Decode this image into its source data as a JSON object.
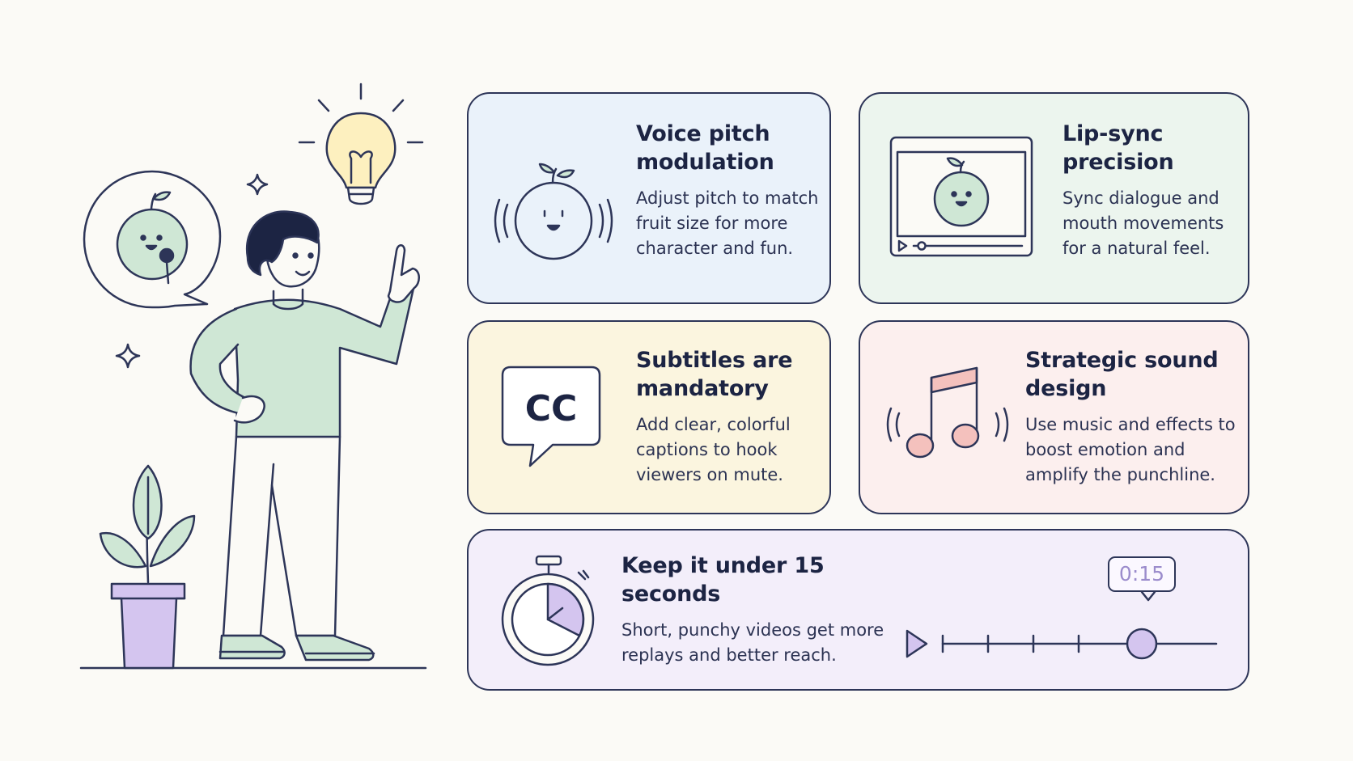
{
  "cards": {
    "voice": {
      "title": "Voice pitch modulation",
      "desc": "Adjust pitch to match fruit size for more character and fun.",
      "icon": "singing-fruit-icon"
    },
    "lip": {
      "title": "Lip-sync precision",
      "desc": "Sync dialogue and mouth movements for a natural feel.",
      "icon": "video-player-icon"
    },
    "subs": {
      "title": "Subtitles are mandatory",
      "desc": "Add clear, colorful captions to hook viewers on mute.",
      "icon": "cc-captions-icon",
      "badge": "CC"
    },
    "sound": {
      "title": "Strategic sound design",
      "desc": "Use music and effects to boost emotion and amplify the punchline.",
      "icon": "music-note-icon"
    },
    "time": {
      "title": "Keep it under 15 seconds",
      "desc": "Short, punchy videos get more replays and better reach.",
      "icon": "stopwatch-icon",
      "timer": "0:15"
    }
  },
  "colors": {
    "outline": "#2d3558",
    "card_blue": "#eaf2fa",
    "card_green": "#ecf5ee",
    "card_yellow": "#fbf5df",
    "card_pink": "#fcefee",
    "card_lavender": "#f3eefa",
    "mint": "#cfe7d5",
    "lavender": "#d4c5ef",
    "coral": "#f4c1bd",
    "bulb_yellow": "#fdf0bf"
  }
}
